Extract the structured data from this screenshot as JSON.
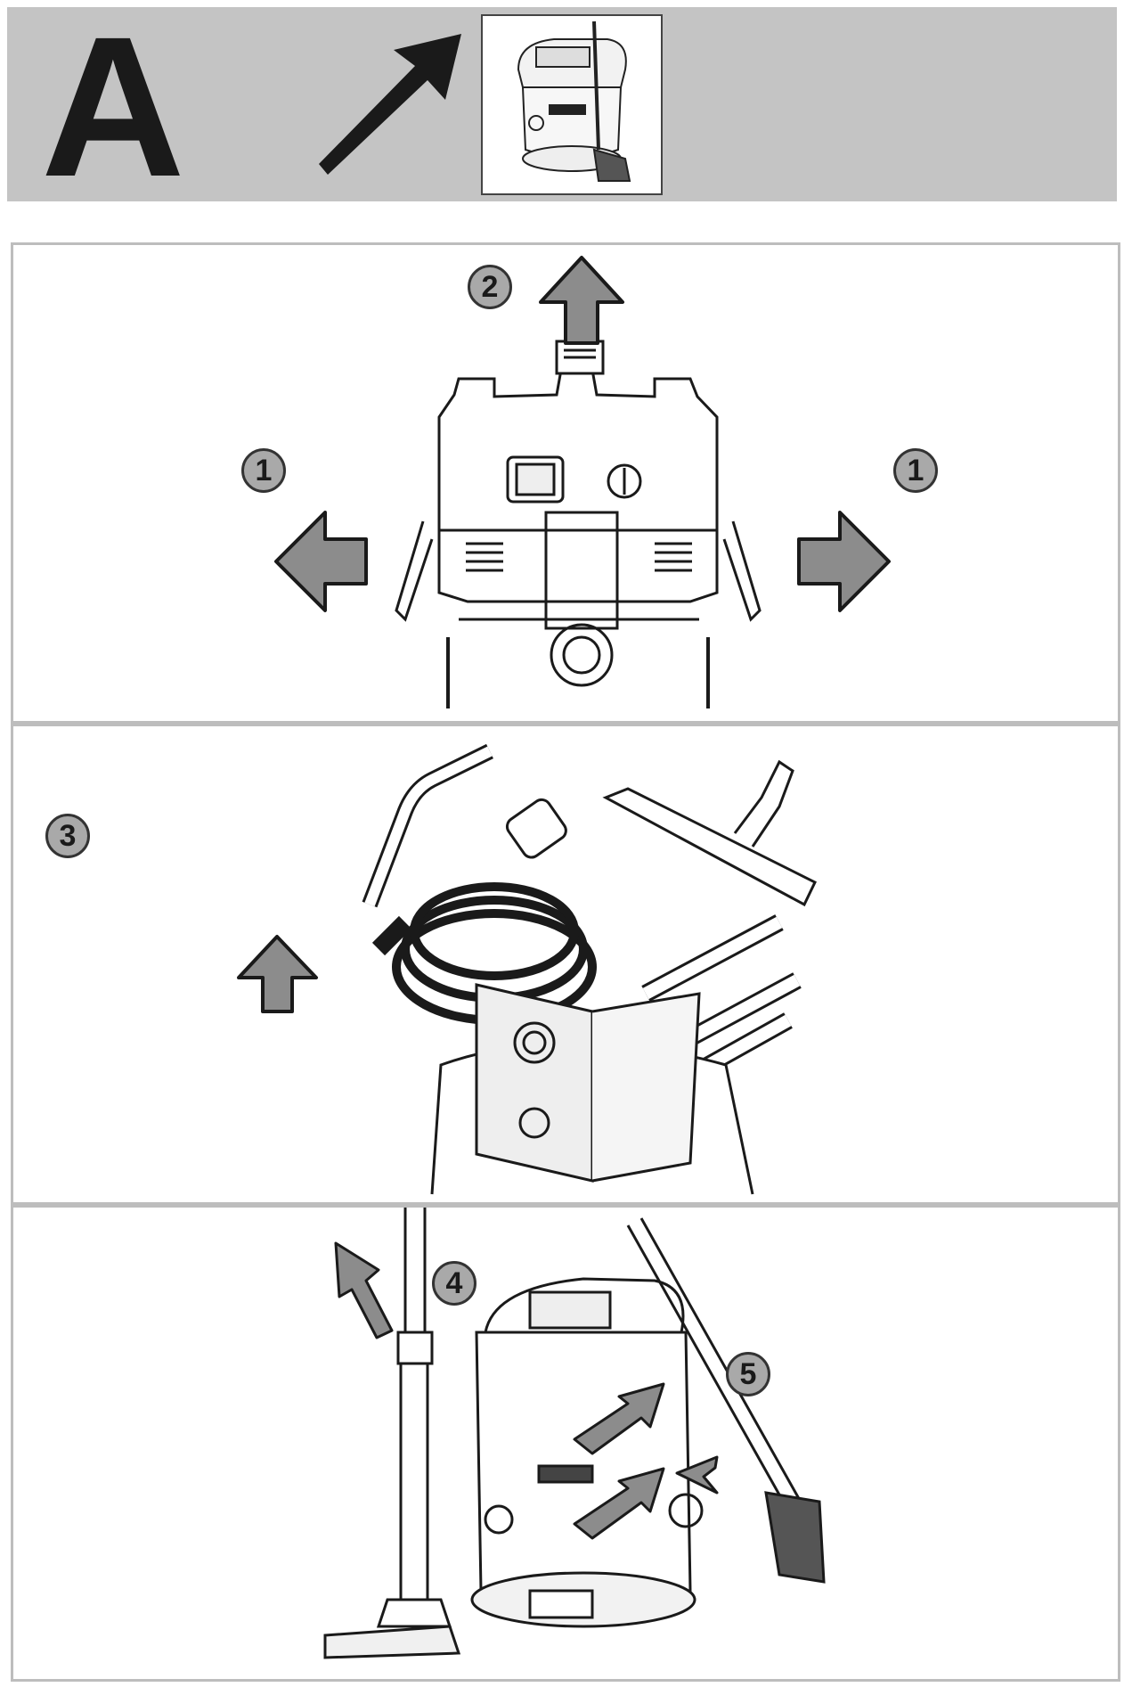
{
  "header": {
    "section_letter": "A",
    "icons": {
      "arrow": "diagonal-up-right-arrow-icon",
      "thumbnail": "vacuum-cleaner-thumbnail-icon"
    }
  },
  "panel_1": {
    "steps": [
      "1",
      "2",
      "1"
    ],
    "colors": {
      "arrow_fill": "#8c8c8c",
      "outline": "#1a1a1a"
    }
  },
  "panel_2": {
    "steps": [
      "3"
    ]
  },
  "panel_3": {
    "steps": [
      "4",
      "5"
    ]
  }
}
